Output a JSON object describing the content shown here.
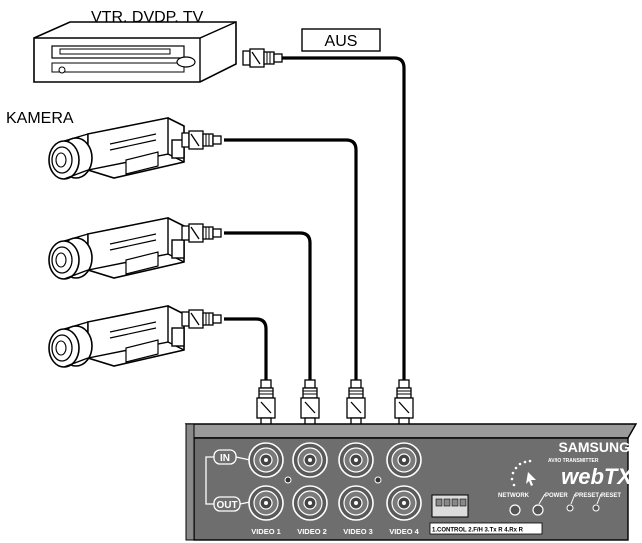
{
  "labels": {
    "source": "VTR, DVDP, TV",
    "camera": "KAMERA",
    "out_box": "AUS"
  },
  "device": {
    "brand": "SAMSUNG",
    "subtitle": "AV/IO TRANSMITTER",
    "logo": "webTX",
    "in": "IN",
    "out": "OUT",
    "video_ports": [
      "VIDEO 1",
      "VIDEO 2",
      "VIDEO 3",
      "VIDEO 4"
    ],
    "leds": [
      "NETWORK",
      "POWER",
      "PRESET",
      "RESET"
    ],
    "terminal": "1.CONTROL 2.F/H 3.Tx R 4.Rx R"
  },
  "colors": {
    "panel": "#6e6e6e",
    "panel_dark": "#4a4a4a",
    "line": "#000000"
  }
}
